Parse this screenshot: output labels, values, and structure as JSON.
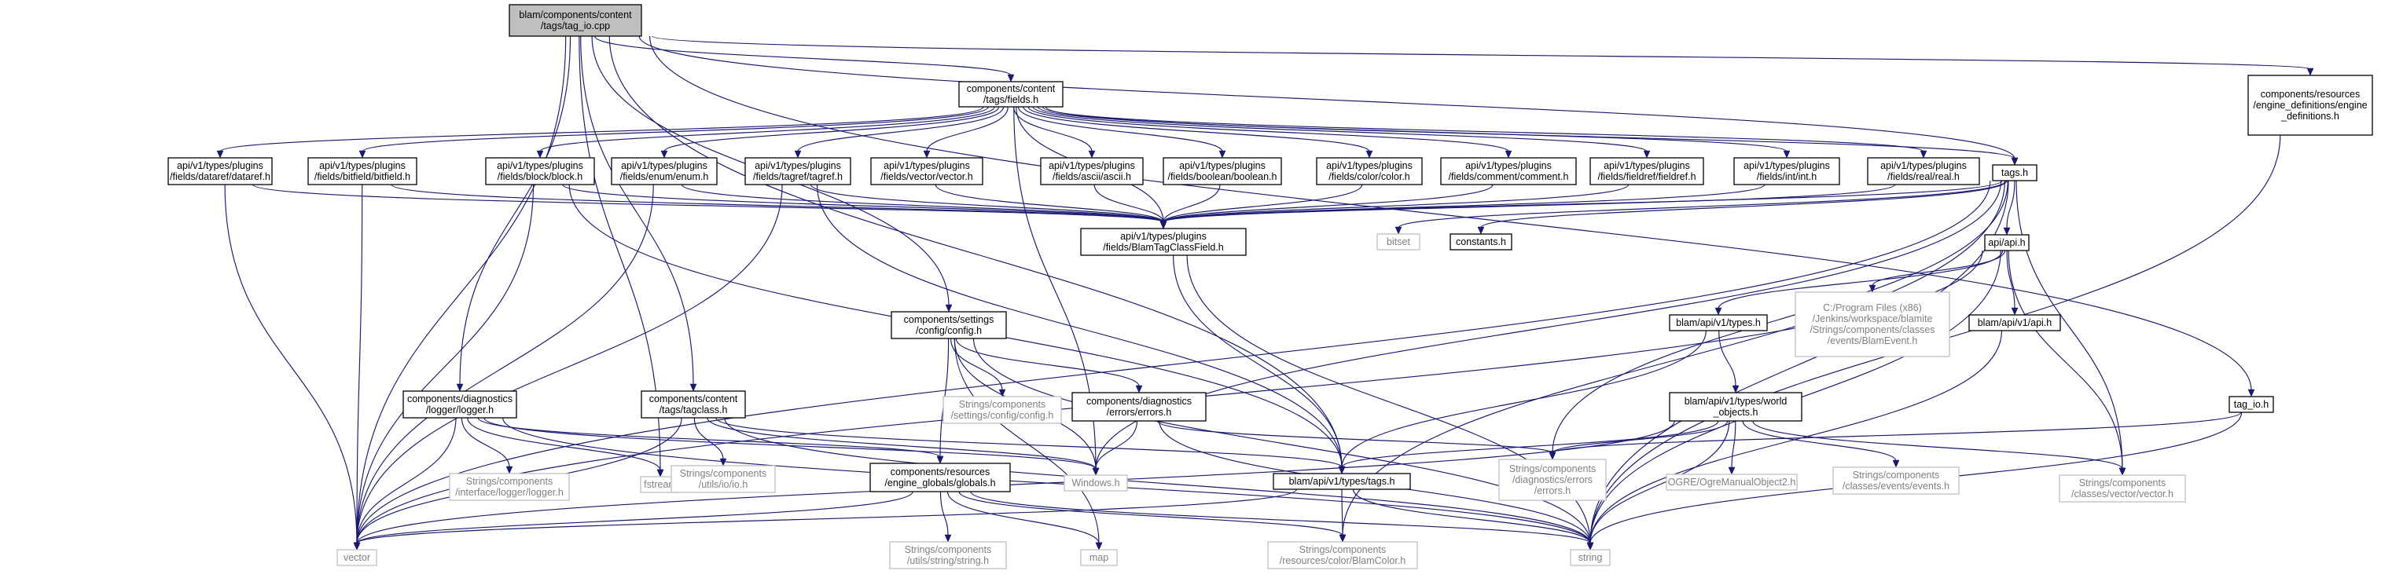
{
  "diagram": {
    "nodes": [
      {
        "id": "tag_io_cpp",
        "lines": [
          "blam/components/content",
          "/tags/tag_io.cpp"
        ],
        "kind": "main"
      },
      {
        "id": "fields_h",
        "lines": [
          "components/content",
          "/tags/fields.h"
        ],
        "kind": "proj"
      },
      {
        "id": "engine_defs",
        "lines": [
          "components/resources",
          "/engine_definitions/engine",
          "_definitions.h"
        ],
        "kind": "proj"
      },
      {
        "id": "dataref",
        "lines": [
          "api/v1/types/plugins",
          "/fields/dataref/dataref.h"
        ],
        "kind": "proj"
      },
      {
        "id": "bitfield",
        "lines": [
          "api/v1/types/plugins",
          "/fields/bitfield/bitfield.h"
        ],
        "kind": "proj"
      },
      {
        "id": "block",
        "lines": [
          "api/v1/types/plugins",
          "/fields/block/block.h"
        ],
        "kind": "proj"
      },
      {
        "id": "enum",
        "lines": [
          "api/v1/types/plugins",
          "/fields/enum/enum.h"
        ],
        "kind": "proj"
      },
      {
        "id": "tagref",
        "lines": [
          "api/v1/types/plugins",
          "/fields/tagref/tagref.h"
        ],
        "kind": "proj"
      },
      {
        "id": "vector_h",
        "lines": [
          "api/v1/types/plugins",
          "/fields/vector/vector.h"
        ],
        "kind": "proj"
      },
      {
        "id": "ascii",
        "lines": [
          "api/v1/types/plugins",
          "/fields/ascii/ascii.h"
        ],
        "kind": "proj"
      },
      {
        "id": "boolean",
        "lines": [
          "api/v1/types/plugins",
          "/fields/boolean/boolean.h"
        ],
        "kind": "proj"
      },
      {
        "id": "color",
        "lines": [
          "api/v1/types/plugins",
          "/fields/color/color.h"
        ],
        "kind": "proj"
      },
      {
        "id": "comment",
        "lines": [
          "api/v1/types/plugins",
          "/fields/comment/comment.h"
        ],
        "kind": "proj"
      },
      {
        "id": "fieldref",
        "lines": [
          "api/v1/types/plugins",
          "/fields/fieldref/fieldref.h"
        ],
        "kind": "proj"
      },
      {
        "id": "int",
        "lines": [
          "api/v1/types/plugins",
          "/fields/int/int.h"
        ],
        "kind": "proj"
      },
      {
        "id": "real",
        "lines": [
          "api/v1/types/plugins",
          "/fields/real/real.h"
        ],
        "kind": "proj"
      },
      {
        "id": "tags_h",
        "lines": [
          "tags.h"
        ],
        "kind": "proj"
      },
      {
        "id": "blamtagclassfield",
        "lines": [
          "api/v1/types/plugins",
          "/fields/BlamTagClassField.h"
        ],
        "kind": "proj"
      },
      {
        "id": "bitset",
        "lines": [
          "bitset"
        ],
        "kind": "ext"
      },
      {
        "id": "constants",
        "lines": [
          "constants.h"
        ],
        "kind": "proj"
      },
      {
        "id": "api_h",
        "lines": [
          "api/api.h"
        ],
        "kind": "proj"
      },
      {
        "id": "config",
        "lines": [
          "components/settings",
          "/config/config.h"
        ],
        "kind": "proj"
      },
      {
        "id": "blam_types",
        "lines": [
          "blam/api/v1/types.h"
        ],
        "kind": "proj"
      },
      {
        "id": "blamevent",
        "lines": [
          "C:/Program Files (x86)",
          "/Jenkins/workspace/blamite",
          "/Strings/components/classes",
          "/events/BlamEvent.h"
        ],
        "kind": "ext"
      },
      {
        "id": "blam_api",
        "lines": [
          "blam/api/v1/api.h"
        ],
        "kind": "proj"
      },
      {
        "id": "str_config",
        "lines": [
          "Strings/components",
          "/settings/config/config.h"
        ],
        "kind": "ext"
      },
      {
        "id": "errors",
        "lines": [
          "components/diagnostics",
          "/errors/errors.h"
        ],
        "kind": "proj"
      },
      {
        "id": "world_objects",
        "lines": [
          "blam/api/v1/types/world",
          "_objects.h"
        ],
        "kind": "proj"
      },
      {
        "id": "tag_io_h",
        "lines": [
          "tag_io.h"
        ],
        "kind": "proj"
      },
      {
        "id": "logger",
        "lines": [
          "components/diagnostics",
          "/logger/logger.h"
        ],
        "kind": "proj"
      },
      {
        "id": "tagclass",
        "lines": [
          "components/content",
          "/tags/tagclass.h"
        ],
        "kind": "proj"
      },
      {
        "id": "str_logger",
        "lines": [
          "Strings/components",
          "/interface/logger/logger.h"
        ],
        "kind": "ext"
      },
      {
        "id": "fstream",
        "lines": [
          "fstream"
        ],
        "kind": "ext"
      },
      {
        "id": "str_iolio",
        "lines": [
          "Strings/components",
          "/utils/io/io.h"
        ],
        "kind": "ext"
      },
      {
        "id": "windows",
        "lines": [
          "Windows.h"
        ],
        "kind": "ext"
      },
      {
        "id": "globals",
        "lines": [
          "components/resources",
          "/engine_globals/globals.h"
        ],
        "kind": "proj"
      },
      {
        "id": "blam_tags",
        "lines": [
          "blam/api/v1/types/tags.h"
        ],
        "kind": "proj"
      },
      {
        "id": "str_errors",
        "lines": [
          "Strings/components",
          "/diagnostics/errors",
          "/errors.h"
        ],
        "kind": "ext"
      },
      {
        "id": "ogre",
        "lines": [
          "OGRE/OgreManualObject2.h"
        ],
        "kind": "ext"
      },
      {
        "id": "str_events",
        "lines": [
          "Strings/components",
          "/classes/events/events.h"
        ],
        "kind": "ext"
      },
      {
        "id": "str_vector",
        "lines": [
          "Strings/components",
          "/classes/vector/vector.h"
        ],
        "kind": "ext"
      },
      {
        "id": "vector",
        "lines": [
          "vector"
        ],
        "kind": "ext"
      },
      {
        "id": "str_string",
        "lines": [
          "Strings/components",
          "/utils/string/string.h"
        ],
        "kind": "ext"
      },
      {
        "id": "map",
        "lines": [
          "map"
        ],
        "kind": "ext"
      },
      {
        "id": "blamcolor",
        "lines": [
          "Strings/components",
          "/resources/color/BlamColor.h"
        ],
        "kind": "ext"
      },
      {
        "id": "string",
        "lines": [
          "string"
        ],
        "kind": "ext"
      }
    ],
    "edges": [
      [
        "tag_io_cpp",
        "fields_h"
      ],
      [
        "tag_io_cpp",
        "engine_defs"
      ],
      [
        "tag_io_cpp",
        "tags_h"
      ],
      [
        "tag_io_cpp",
        "tag_io_h"
      ],
      [
        "tag_io_cpp",
        "config"
      ],
      [
        "tag_io_cpp",
        "logger"
      ],
      [
        "tag_io_cpp",
        "tagclass"
      ],
      [
        "tag_io_cpp",
        "fstream"
      ],
      [
        "tag_io_cpp",
        "vector"
      ],
      [
        "tag_io_cpp",
        "blam_tags"
      ],
      [
        "fields_h",
        "dataref"
      ],
      [
        "fields_h",
        "bitfield"
      ],
      [
        "fields_h",
        "block"
      ],
      [
        "fields_h",
        "enum"
      ],
      [
        "fields_h",
        "tagref"
      ],
      [
        "fields_h",
        "vector_h"
      ],
      [
        "fields_h",
        "ascii"
      ],
      [
        "fields_h",
        "boolean"
      ],
      [
        "fields_h",
        "color"
      ],
      [
        "fields_h",
        "comment"
      ],
      [
        "fields_h",
        "fieldref"
      ],
      [
        "fields_h",
        "int"
      ],
      [
        "fields_h",
        "real"
      ],
      [
        "fields_h",
        "tags_h"
      ],
      [
        "fields_h",
        "blamtagclassfield"
      ],
      [
        "fields_h",
        "windows"
      ],
      [
        "dataref",
        "blamtagclassfield"
      ],
      [
        "dataref",
        "vector"
      ],
      [
        "bitfield",
        "blamtagclassfield"
      ],
      [
        "bitfield",
        "vector"
      ],
      [
        "block",
        "blamtagclassfield"
      ],
      [
        "block",
        "vector"
      ],
      [
        "block",
        "blam_tags"
      ],
      [
        "enum",
        "blamtagclassfield"
      ],
      [
        "enum",
        "vector"
      ],
      [
        "tagref",
        "blamtagclassfield"
      ],
      [
        "tagref",
        "vector"
      ],
      [
        "tagref",
        "blam_tags"
      ],
      [
        "vector_h",
        "blamtagclassfield"
      ],
      [
        "ascii",
        "blamtagclassfield"
      ],
      [
        "boolean",
        "blamtagclassfield"
      ],
      [
        "color",
        "blamtagclassfield"
      ],
      [
        "comment",
        "blamtagclassfield"
      ],
      [
        "fieldref",
        "blamtagclassfield"
      ],
      [
        "int",
        "blamtagclassfield"
      ],
      [
        "real",
        "blamtagclassfield"
      ],
      [
        "tags_h",
        "blamtagclassfield"
      ],
      [
        "tags_h",
        "bitset"
      ],
      [
        "tags_h",
        "constants"
      ],
      [
        "tags_h",
        "api_h"
      ],
      [
        "tags_h",
        "vector"
      ],
      [
        "tags_h",
        "string"
      ],
      [
        "tags_h",
        "str_errors"
      ],
      [
        "tags_h",
        "str_vector"
      ],
      [
        "tags_h",
        "blamcolor"
      ],
      [
        "tags_h",
        "windows"
      ],
      [
        "blamtagclassfield",
        "blam_tags"
      ],
      [
        "blamtagclassfield",
        "string"
      ],
      [
        "engine_defs",
        "string"
      ],
      [
        "api_h",
        "blam_types"
      ],
      [
        "api_h",
        "blamevent"
      ],
      [
        "api_h",
        "blam_api"
      ],
      [
        "api_h",
        "str_vector"
      ],
      [
        "api_h",
        "string"
      ],
      [
        "api_h",
        "vector"
      ],
      [
        "blam_types",
        "world_objects"
      ],
      [
        "blam_types",
        "blam_tags"
      ],
      [
        "blam_api",
        "string"
      ],
      [
        "world_objects",
        "str_errors"
      ],
      [
        "world_objects",
        "ogre"
      ],
      [
        "world_objects",
        "str_events"
      ],
      [
        "world_objects",
        "str_vector"
      ],
      [
        "world_objects",
        "string"
      ],
      [
        "world_objects",
        "blam_tags"
      ],
      [
        "world_objects",
        "vector"
      ],
      [
        "config",
        "str_config"
      ],
      [
        "config",
        "errors"
      ],
      [
        "config",
        "map"
      ],
      [
        "config",
        "string"
      ],
      [
        "config",
        "globals"
      ],
      [
        "config",
        "windows"
      ],
      [
        "errors",
        "windows"
      ],
      [
        "errors",
        "string"
      ],
      [
        "errors",
        "str_errors"
      ],
      [
        "tag_io_h",
        "str_errors"
      ],
      [
        "tag_io_h",
        "string"
      ],
      [
        "logger",
        "str_logger"
      ],
      [
        "logger",
        "fstream"
      ],
      [
        "logger",
        "vector"
      ],
      [
        "logger",
        "globals"
      ],
      [
        "logger",
        "windows"
      ],
      [
        "logger",
        "string"
      ],
      [
        "tagclass",
        "str_iolio"
      ],
      [
        "tagclass",
        "vector"
      ],
      [
        "tagclass",
        "windows"
      ],
      [
        "tagclass",
        "blam_tags"
      ],
      [
        "tagclass",
        "string"
      ],
      [
        "globals",
        "str_string"
      ],
      [
        "globals",
        "map"
      ],
      [
        "globals",
        "vector"
      ],
      [
        "globals",
        "blamcolor"
      ],
      [
        "globals",
        "string"
      ],
      [
        "blam_tags",
        "blamcolor"
      ],
      [
        "blam_tags",
        "vector"
      ],
      [
        "blam_tags",
        "string"
      ]
    ]
  }
}
